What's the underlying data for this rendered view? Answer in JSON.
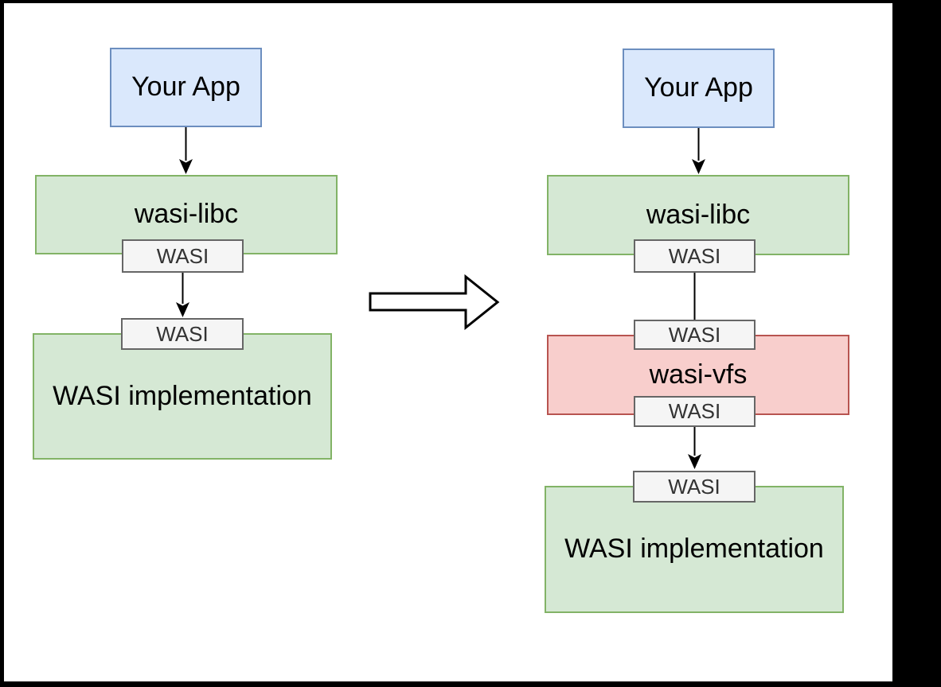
{
  "diagram": {
    "panels": {
      "before": {
        "app_label": "Your App",
        "libc_label": "wasi-libc",
        "libc_port_label": "WASI",
        "impl_port_label": "WASI",
        "impl_label": "WASI implementation"
      },
      "after": {
        "app_label": "Your App",
        "libc_label": "wasi-libc",
        "libc_port_label": "WASI",
        "vfs_top_port_label": "WASI",
        "vfs_label": "wasi-vfs",
        "vfs_bottom_port_label": "WASI",
        "impl_port_label": "WASI",
        "impl_label": "WASI implementation"
      }
    },
    "colors": {
      "app_fill": "#dae8fc",
      "app_stroke": "#6c8ebf",
      "module_fill": "#d5e8d4",
      "module_stroke": "#82b366",
      "overlay_fill": "#f8cecc",
      "overlay_stroke": "#b85450",
      "port_fill": "#f5f5f5",
      "port_stroke": "#666666",
      "connector": "#000000",
      "canvas_background": "#ffffff",
      "frame_background": "#000000"
    }
  }
}
